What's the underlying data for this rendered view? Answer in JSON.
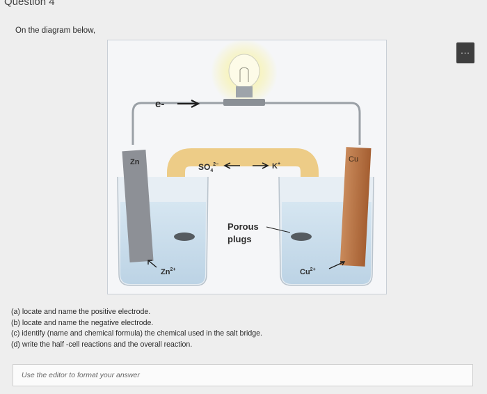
{
  "question": {
    "title": "Question 4",
    "intro": "On the diagram below,"
  },
  "toolbar": {
    "more_label": "..."
  },
  "diagram": {
    "electron_label": "e-",
    "zn_electrode_label": "Zn",
    "cu_electrode_label": "Cu",
    "anion_label": "SO",
    "anion_sub": "4",
    "anion_sup": "2−",
    "cation_label": "K",
    "cation_sup": "+",
    "porous_label_line1": "Porous",
    "porous_label_line2": "plugs",
    "zn_ion_label": "Zn",
    "zn_ion_sup": "2+",
    "cu_ion_label": "Cu",
    "cu_ion_sup": "2+",
    "colors": {
      "copper": "#b86d3c",
      "zinc": "#8d9096",
      "salt_bridge": "#ecc87a",
      "solution": "#cfe1ee",
      "bulb_glow": "#f7ef7a"
    }
  },
  "parts": [
    "(a) locate and name the positive electrode.",
    "(b) locate and name the negative electrode.",
    "(c) identify (name and chemical formula) the chemical used in the salt bridge.",
    "(d) write the half -cell reactions and the overall reaction."
  ],
  "editor": {
    "placeholder": "Use the editor to format your answer"
  }
}
